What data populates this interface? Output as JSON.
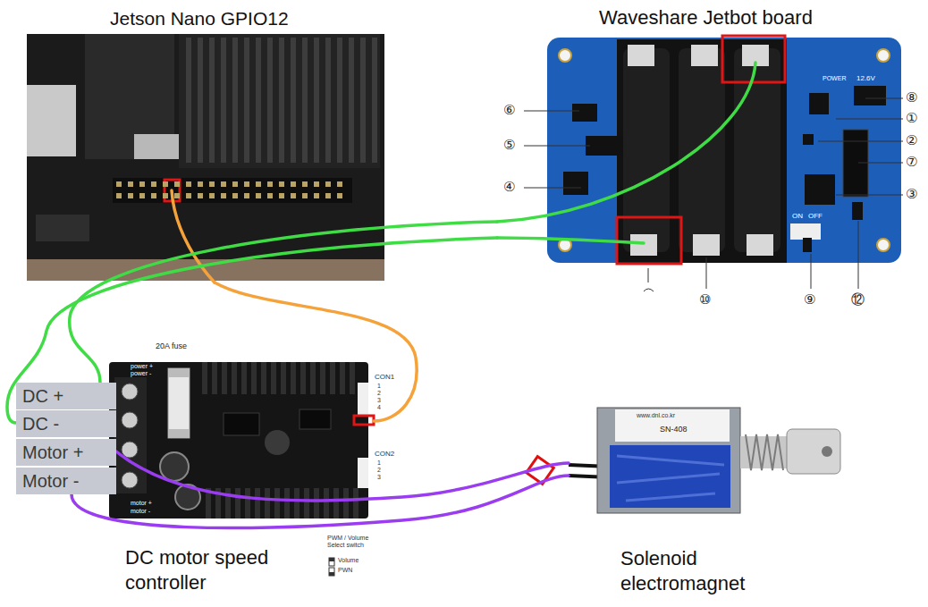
{
  "diagram": {
    "nodes": [
      {
        "text": [
          "Jetson Nano GPIO12"
        ]
      },
      {
        "text": [
          "Waveshare Jetbot board"
        ]
      },
      {
        "text": [
          "DC +"
        ]
      },
      {
        "text": [
          "DC -"
        ]
      },
      {
        "text": [
          "Motor +"
        ]
      },
      {
        "text": [
          "Motor -"
        ]
      },
      {
        "text": [
          "DC motor speed controller"
        ]
      },
      {
        "text": [
          "Solenoid electromagnet"
        ]
      }
    ],
    "edges": [
      {
        "from": 1,
        "to": 2,
        "arrow": "none"
      },
      {
        "from": 1,
        "to": 3,
        "arrow": "none"
      },
      {
        "from": 0,
        "to": 6,
        "arrow": "none"
      },
      {
        "from": 4,
        "to": 7,
        "arrow": "none"
      },
      {
        "from": 5,
        "to": 7,
        "arrow": "none"
      }
    ],
    "labels": [
      "⑥",
      "⑤",
      "④",
      "⑧",
      "①",
      "②",
      "⑦",
      "③",
      "12.6V",
      "POWER",
      "ON",
      "OFF",
      "⑩",
      "⑨",
      "⑫",
      "20A fuse",
      "power +",
      "power -",
      "CON1",
      "1",
      "2",
      "3",
      "4",
      "CON2",
      "1",
      "2",
      "3",
      "motor +",
      "motor -",
      "PWM / Volume Select switch",
      "Volume",
      "PWN",
      "www.dnl.co.kr",
      "SN-408"
    ]
  }
}
